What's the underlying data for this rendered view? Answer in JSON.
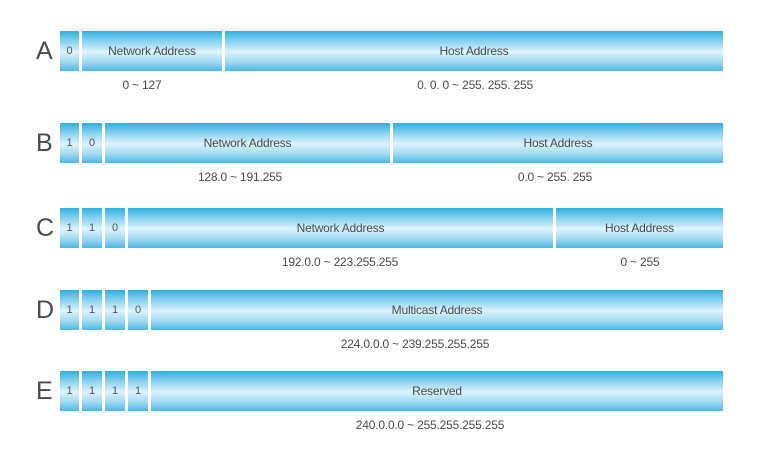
{
  "classes": [
    {
      "letter": "A",
      "bits": [
        "0"
      ],
      "segments": [
        {
          "label": "Network Address"
        },
        {
          "label": "Host Address"
        }
      ],
      "ranges": [
        "0 ~ 127",
        "0. 0. 0 ~ 255. 255. 255"
      ]
    },
    {
      "letter": "B",
      "bits": [
        "1",
        "0"
      ],
      "segments": [
        {
          "label": "Network Address"
        },
        {
          "label": "Host Address"
        }
      ],
      "ranges": [
        "128.0 ~ 191.255",
        "0.0 ~ 255. 255"
      ]
    },
    {
      "letter": "C",
      "bits": [
        "1",
        "1",
        "0"
      ],
      "segments": [
        {
          "label": "Network Address"
        },
        {
          "label": "Host Address"
        }
      ],
      "ranges": [
        "192.0.0 ~ 223.255.255",
        "0 ~ 255"
      ]
    },
    {
      "letter": "D",
      "bits": [
        "1",
        "1",
        "1",
        "0"
      ],
      "segments": [
        {
          "label": "Multicast Address"
        }
      ],
      "ranges": [
        "224.0.0.0 ~ 239.255.255.255"
      ]
    },
    {
      "letter": "E",
      "bits": [
        "1",
        "1",
        "1",
        "1"
      ],
      "segments": [
        {
          "label": "Reserved"
        }
      ],
      "ranges": [
        "240.0.0.0 ~ 255.255.255.255"
      ]
    }
  ]
}
